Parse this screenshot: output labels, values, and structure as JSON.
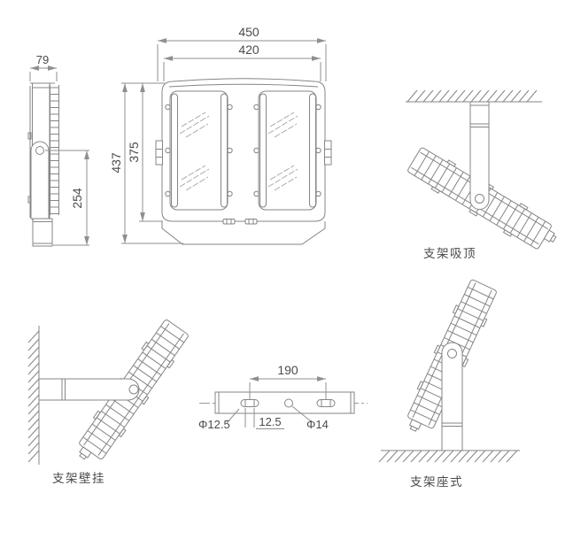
{
  "drawing": {
    "type": "floodlight-technical-drawing",
    "colors": {
      "line": "#858585",
      "text": "#4b4b4b",
      "background": "#ffffff"
    },
    "views": {
      "side_view": {
        "dim_width": "79",
        "dim_pivot_to_bottom": "254"
      },
      "front_view": {
        "dim_outer_width": "450",
        "dim_glass_width": "420",
        "dim_outer_height": "437",
        "dim_glass_height": "375"
      },
      "ceiling_mount": {
        "caption": "支架吸顶"
      },
      "wall_mount": {
        "caption": "支架壁挂"
      },
      "base_mount": {
        "caption": "支架座式"
      },
      "bracket_plate": {
        "dim_hole_spacing": "190",
        "dim_slot_diameter": "Φ12.5",
        "dim_slot_note": "12.5",
        "dim_center_hole_diameter": "Φ14"
      }
    }
  }
}
